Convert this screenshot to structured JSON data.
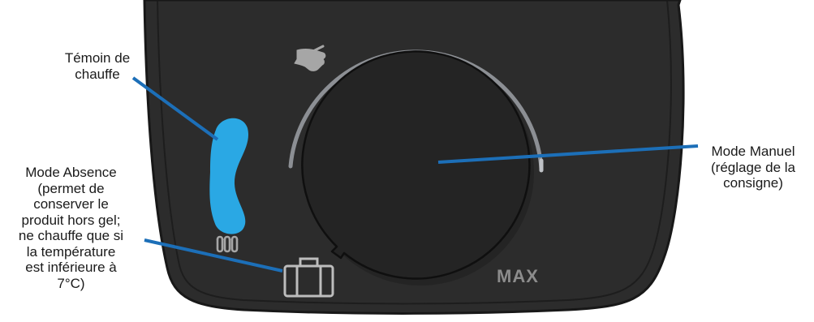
{
  "labels": {
    "heating_indicator": "Témoin de\nchauffe",
    "manual_mode": "Mode Manuel\n(réglage de la\nconsigne)",
    "absence_mode": "Mode Absence\n(permet de\nconserver le\nproduit hors gel;\nne chauffe que si\nla température\nest inférieure à\n7°C)"
  },
  "dial": {
    "max_label": "MAX"
  },
  "icons": {
    "manual": "hand-icon",
    "heating": "heating-coil-icon",
    "absence": "suitcase-icon"
  },
  "colors": {
    "panel": "#2c2c2c",
    "panel_outline": "#1a1a1a",
    "indicator": "#2aa8e4",
    "leader_line": "#1c6fb8",
    "arc": "#8c8f94",
    "icon": "#a6a6a6"
  }
}
